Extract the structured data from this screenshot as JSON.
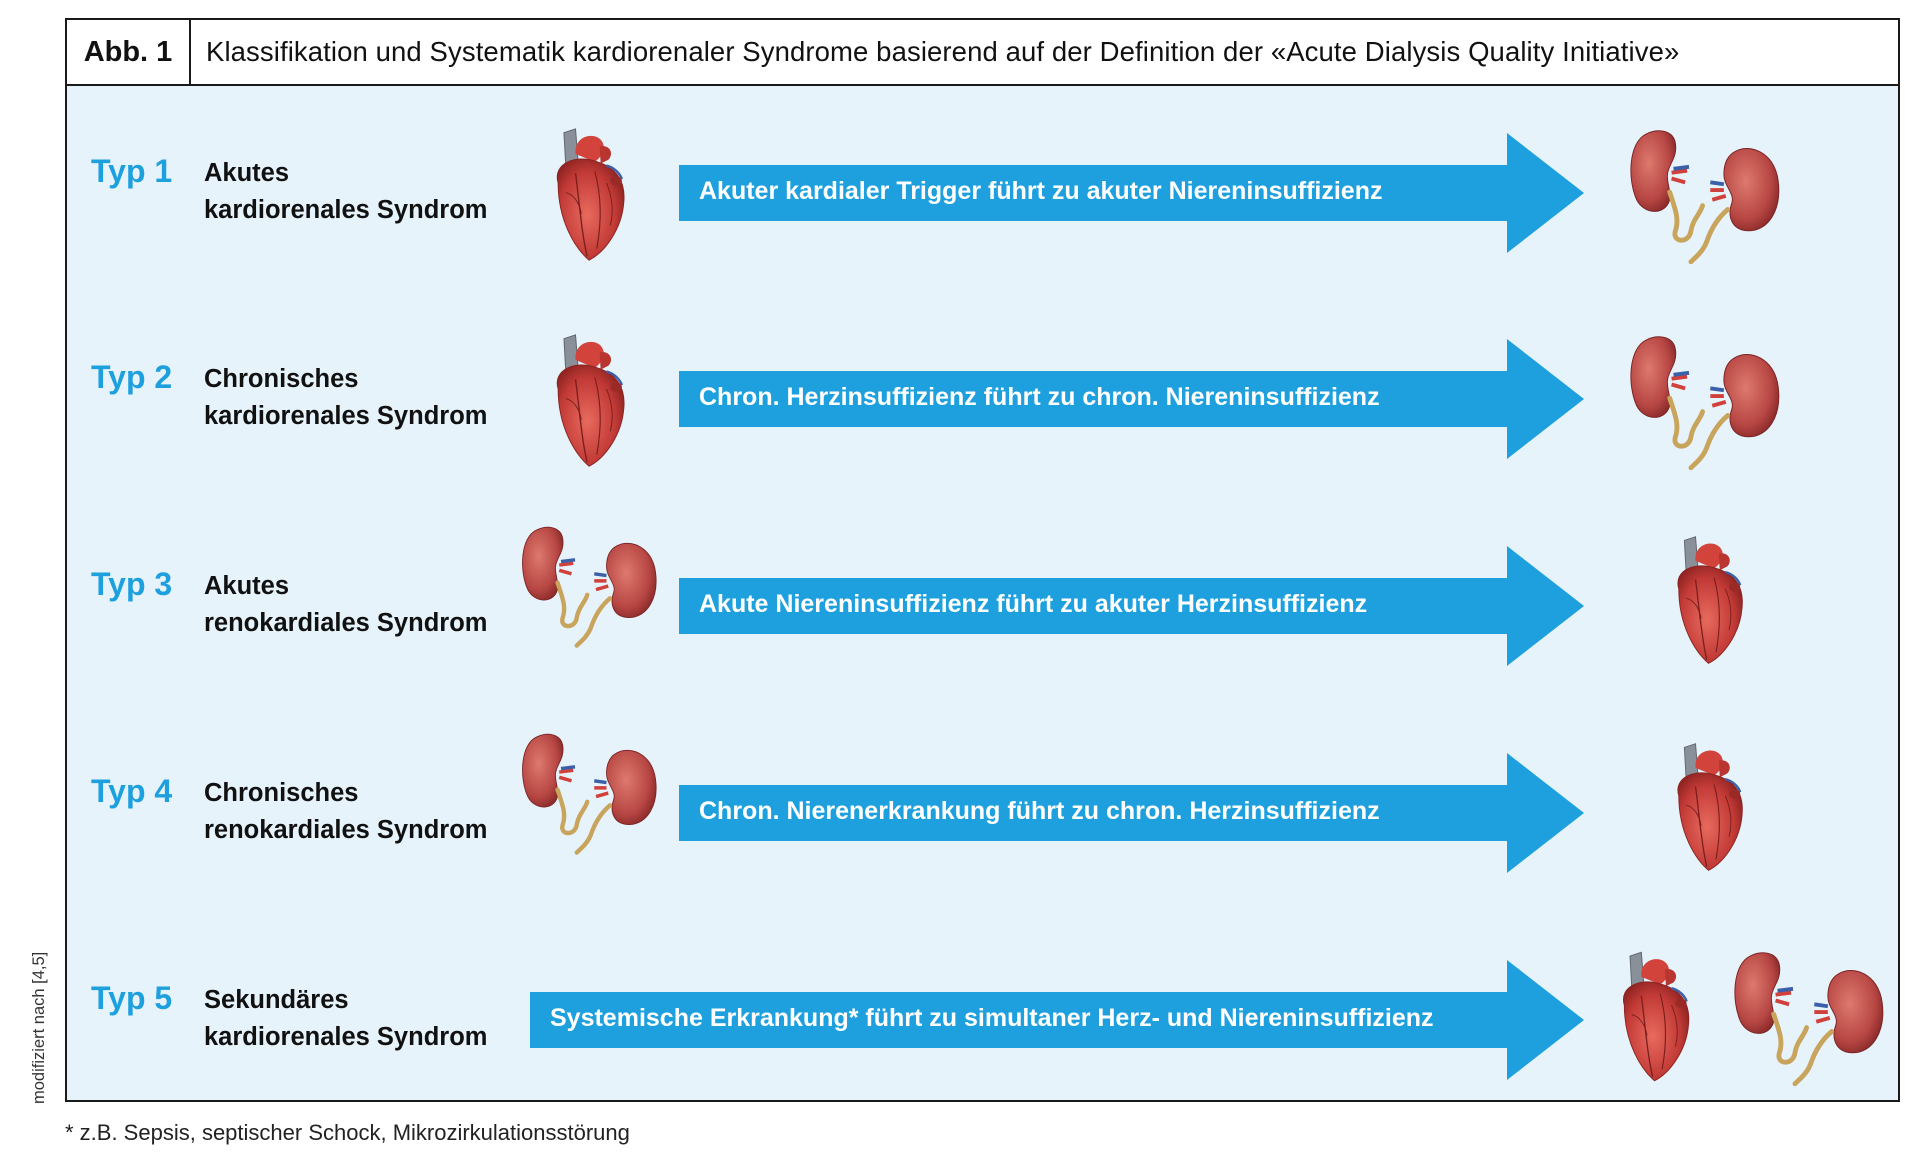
{
  "figure": {
    "label": "Abb. 1",
    "title": "Klassifikation und Systematik kardiorenaler Syndrome basierend auf der Definition der «Acute Dialysis Quality Initiative»"
  },
  "rows": [
    {
      "typ": "Typ 1",
      "name_line1": "Akutes",
      "name_line2": "kardiorenales Syndrom",
      "arrow_text": "Akuter kardialer Trigger führt zu akuter Niereninsuffizienz",
      "source": "heart-icon",
      "target": "kidneys-icon"
    },
    {
      "typ": "Typ 2",
      "name_line1": "Chronisches",
      "name_line2": "kardiorenales Syndrom",
      "arrow_text": "Chron. Herzinsuffizienz führt zu chron. Niereninsuffizienz",
      "source": "heart-icon",
      "target": "kidneys-icon"
    },
    {
      "typ": "Typ 3",
      "name_line1": "Akutes",
      "name_line2": "renokardiales Syndrom",
      "arrow_text": "Akute Niereninsuffizienz führt zu akuter Herzinsuffizienz",
      "source": "kidneys-icon",
      "target": "heart-icon"
    },
    {
      "typ": "Typ 4",
      "name_line1": "Chronisches",
      "name_line2": "renokardiales Syndrom",
      "arrow_text": "Chron. Nierenerkrankung führt zu chron. Herzinsuffizienz",
      "source": "kidneys-icon",
      "target": "heart-icon"
    },
    {
      "typ": "Typ 5",
      "name_line1": "Sekundäres",
      "name_line2": "kardiorenales Syndrom",
      "arrow_text": "Systemische Erkrankung* führt zu simultaner Herz- und Niereninsuffizienz",
      "source": "",
      "target": "heart-and-kidneys-icon"
    }
  ],
  "side_note": "modifiziert nach [4,5]",
  "footnote": "* z.B. Sepsis, septischer Schock, Mikrozirkulationsstörung",
  "colors": {
    "accent": "#1ea0de",
    "arrow": "#1ea0de",
    "background": "#e6f3fb",
    "organ": "#c0484a"
  }
}
